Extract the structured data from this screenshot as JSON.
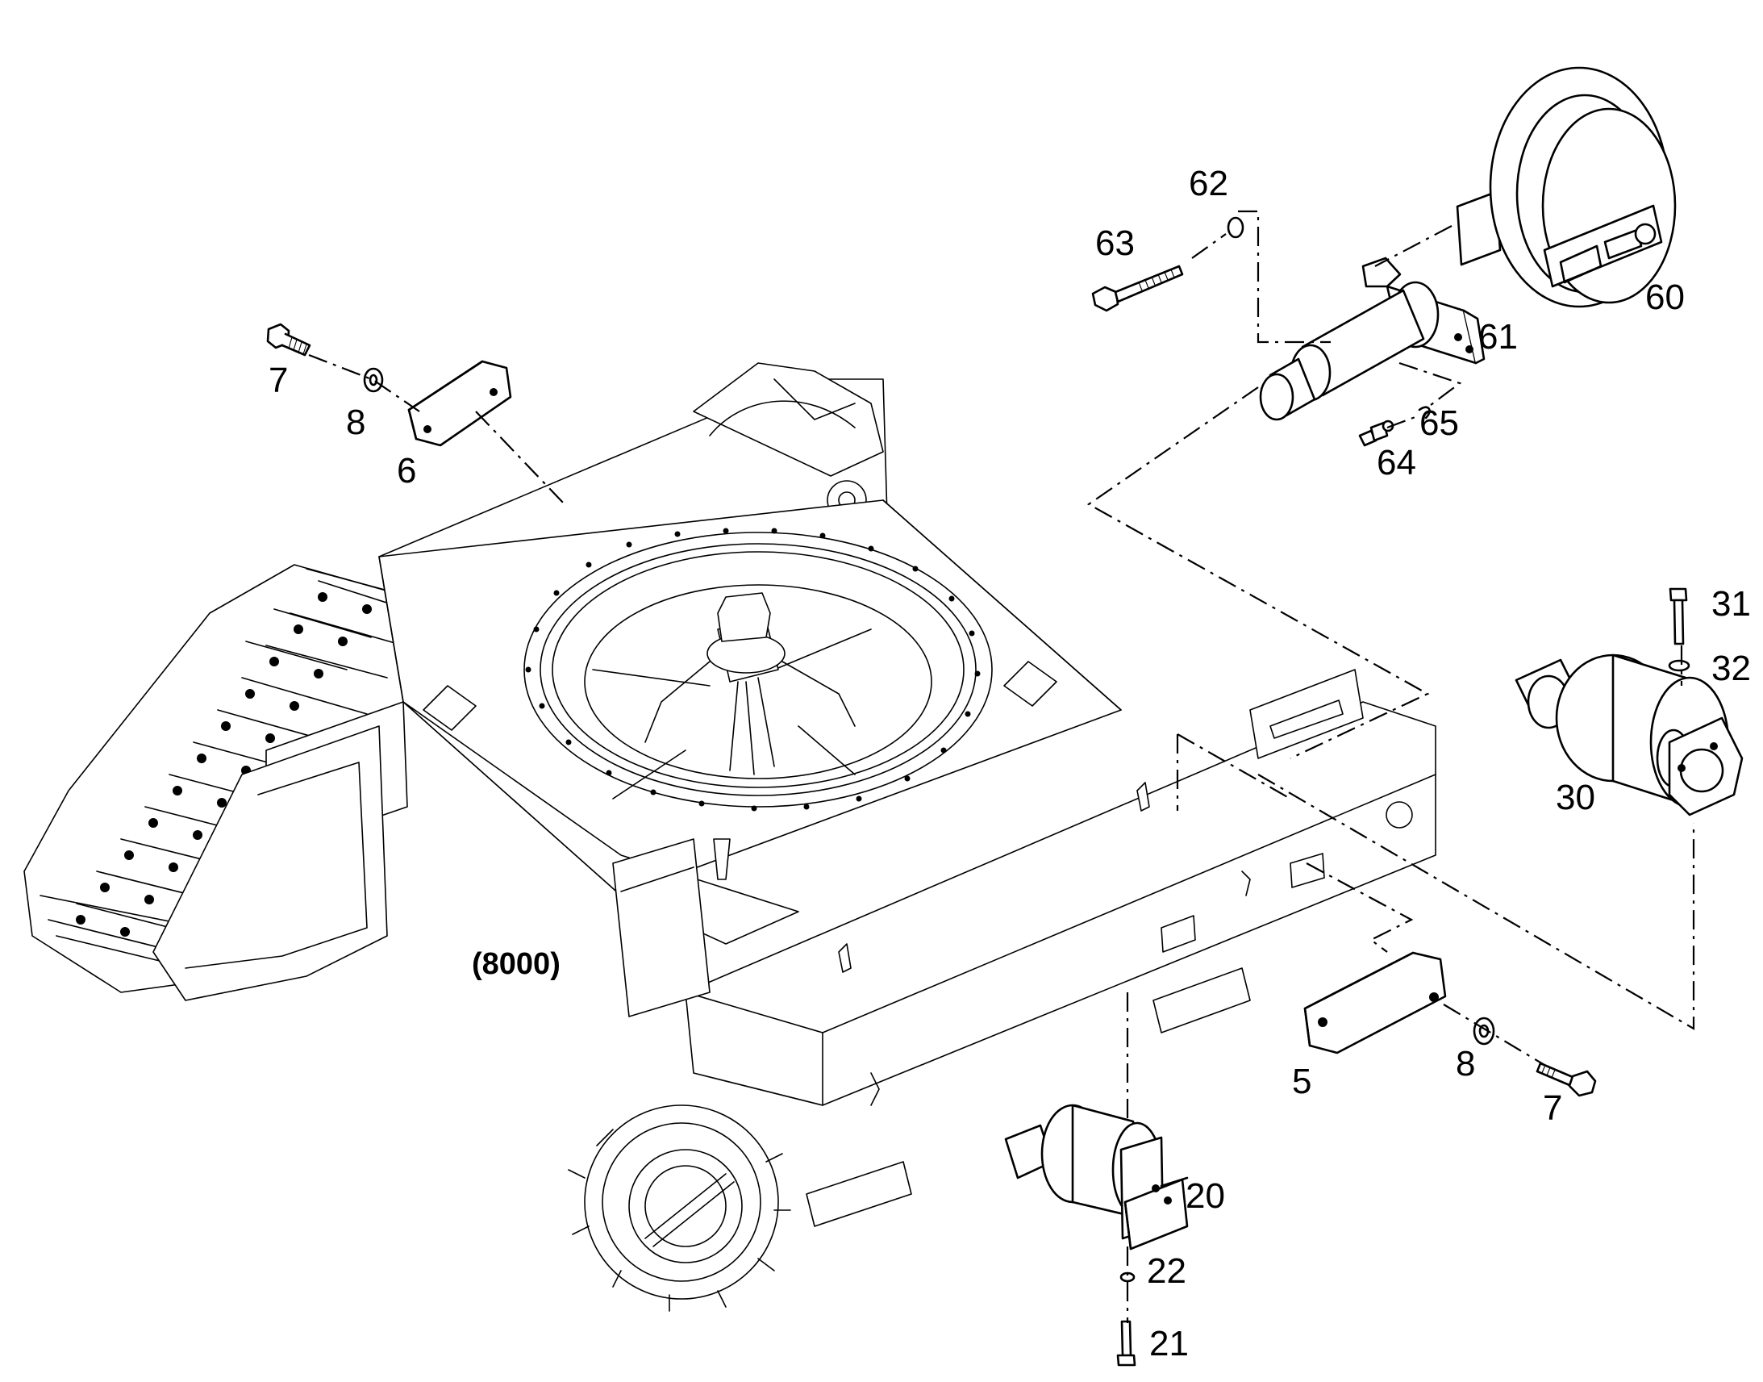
{
  "diagram": {
    "assembly_ref": "(8000)",
    "callouts": {
      "p5": "5",
      "p6": "6",
      "p7_left": "7",
      "p7_right": "7",
      "p8_left": "8",
      "p8_right": "8",
      "p20": "20",
      "p21": "21",
      "p22": "22",
      "p30": "30",
      "p31": "31",
      "p32": "32",
      "p60": "60",
      "p61": "61",
      "p62": "62",
      "p63": "63",
      "p64": "64",
      "p65": "65"
    }
  }
}
